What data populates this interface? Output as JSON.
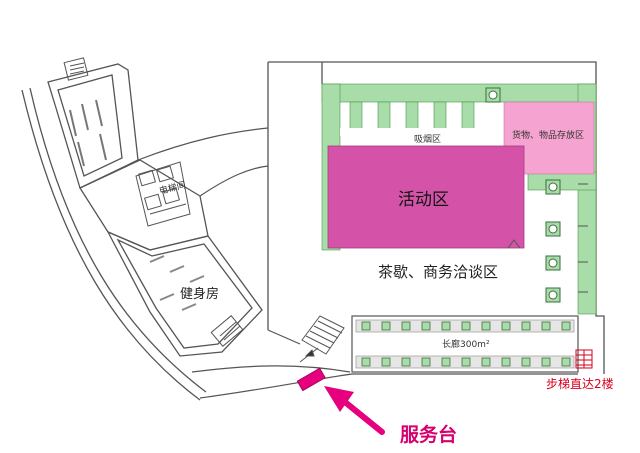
{
  "labels": {
    "smoking": "吸烟区",
    "storage": "货物、物品存放区",
    "activity": "活动区",
    "tea": "茶歇、商务洽谈区",
    "elevator": "电梯间",
    "gym": "健身房",
    "corridor": "长廊300m²",
    "stairs": "步梯直达2楼",
    "service": "服务台"
  },
  "colors": {
    "green": "#a8dca8",
    "magenta": "#d453a8",
    "pink": "#f5a3d0",
    "accent": "#e6007e",
    "wall": "#444444",
    "red_text": "#d6001c"
  }
}
